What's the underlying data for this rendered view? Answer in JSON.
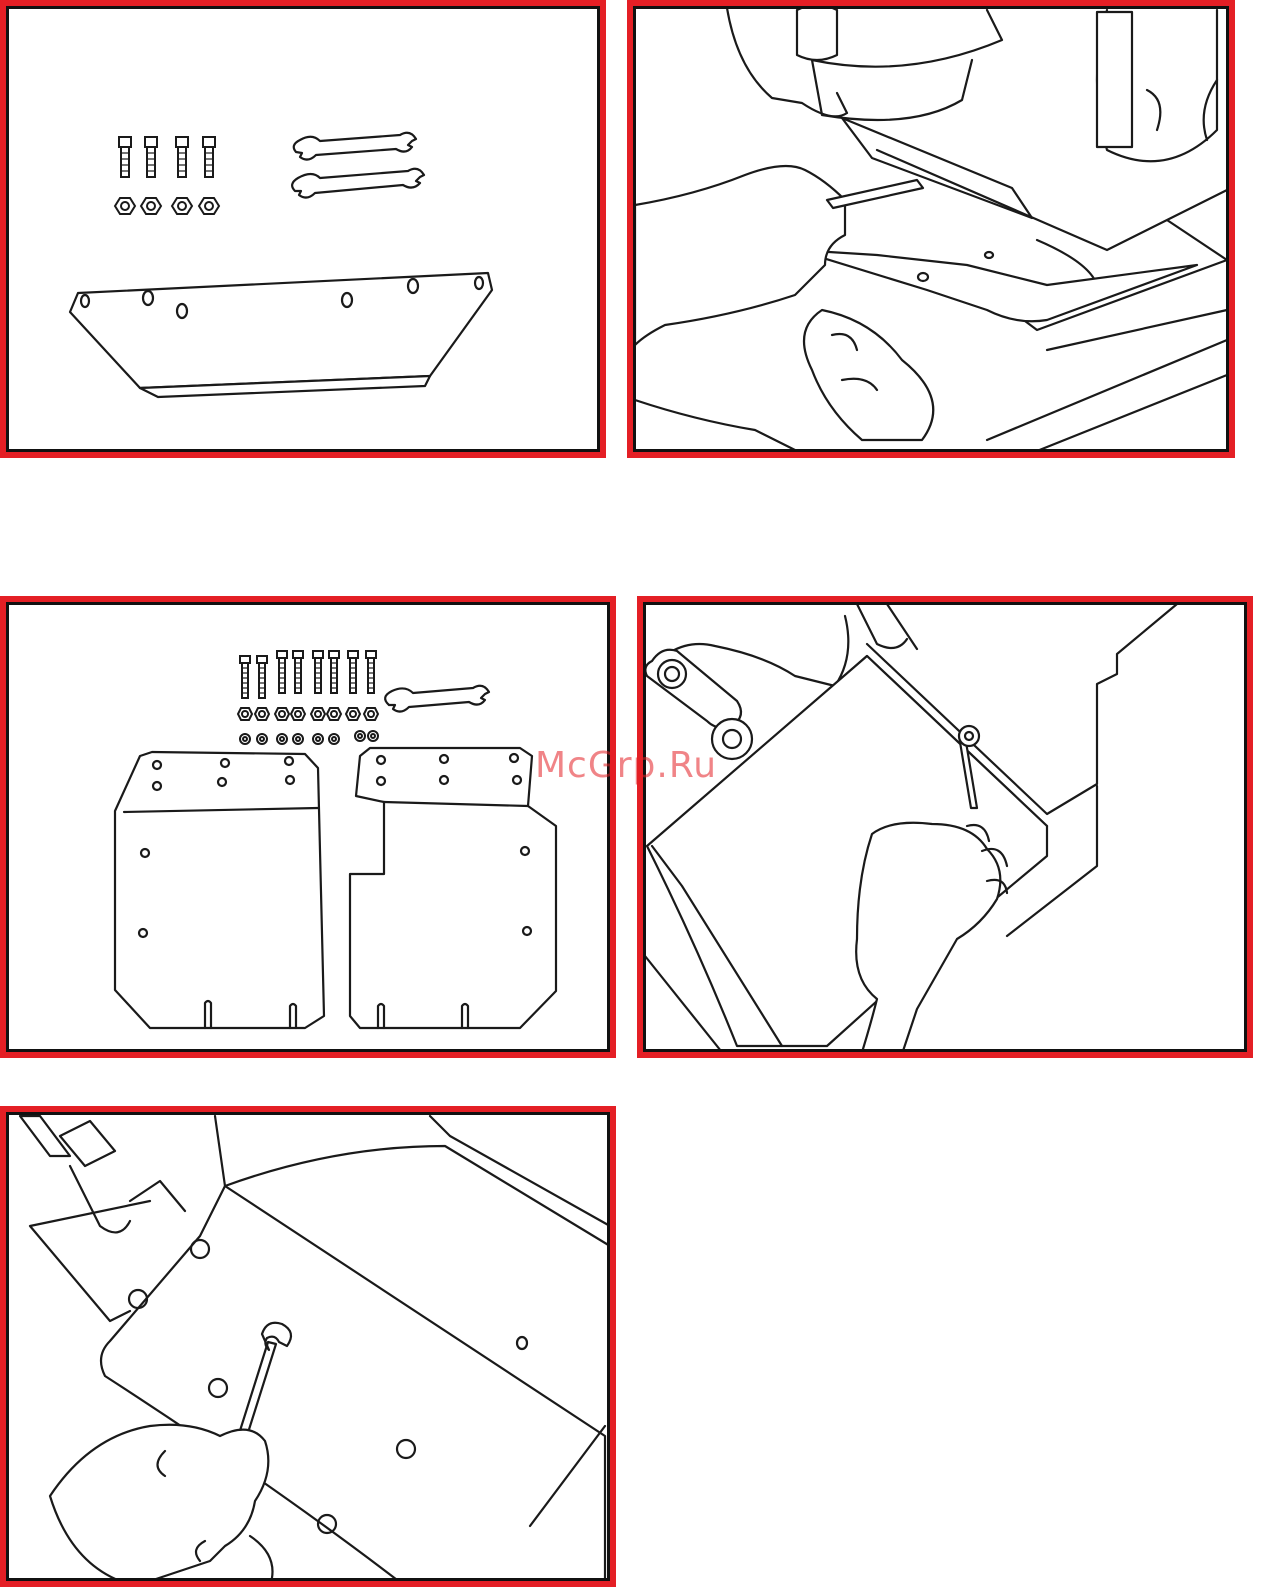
{
  "document": {
    "panels": [
      {
        "id": "panel-1",
        "subject": "parts",
        "bolts": 4,
        "nuts": 4,
        "wrenches": 2
      },
      {
        "id": "panel-2",
        "subject": "install",
        "tool": "wrench"
      },
      {
        "id": "panel-3",
        "subject": "parts",
        "bolts": 8,
        "nuts": 8,
        "washers": 8,
        "wrenches": 1
      },
      {
        "id": "panel-4",
        "subject": "install",
        "tool": "wrench"
      },
      {
        "id": "panel-5",
        "subject": "install",
        "tool": "wrench"
      }
    ],
    "colors": {
      "frame": "#e41f25",
      "inner_frame": "#111111",
      "line": "#1a1a1a"
    }
  },
  "watermark": {
    "text": "McGrp.Ru"
  }
}
